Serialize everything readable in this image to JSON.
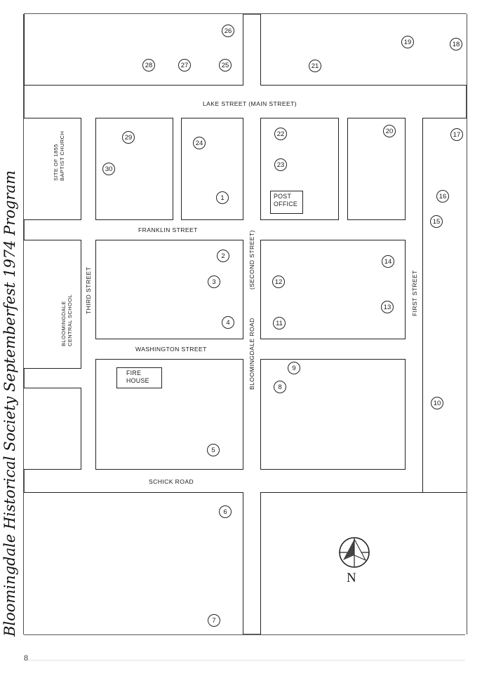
{
  "handwritten_caption": "Bloomingdale Historical Society Septemberfest 1974 Program",
  "streets": {
    "lake": "LAKE STREET (MAIN STREET)",
    "franklin": "FRANKLIN STREET",
    "washington": "WASHINGTON STREET",
    "schick": "SCHICK ROAD",
    "third": "THIRD STREET",
    "bloomingdale": "BLOOMINGDALE ROAD",
    "second": "(SECOND STREET)",
    "first": "FIRST STREET"
  },
  "sites": {
    "baptist_line1": "SITE OF 1855",
    "baptist_line2": "BAPTIST CHURCH",
    "school_line1": "BLOOMINGDALE",
    "school_line2": "CENTRAL SCHOOL"
  },
  "buildings": {
    "post_office_line1": "POST",
    "post_office_line2": "OFFICE",
    "fire_house_line1": "FIRE",
    "fire_house_line2": "HOUSE"
  },
  "markers": [
    "1",
    "2",
    "3",
    "4",
    "5",
    "6",
    "7",
    "8",
    "9",
    "10",
    "11",
    "12",
    "13",
    "14",
    "15",
    "16",
    "17",
    "18",
    "19",
    "20",
    "21",
    "22",
    "23",
    "24",
    "25",
    "26",
    "27",
    "28",
    "29",
    "30"
  ],
  "compass": {
    "label": "N"
  },
  "page_number": "8"
}
